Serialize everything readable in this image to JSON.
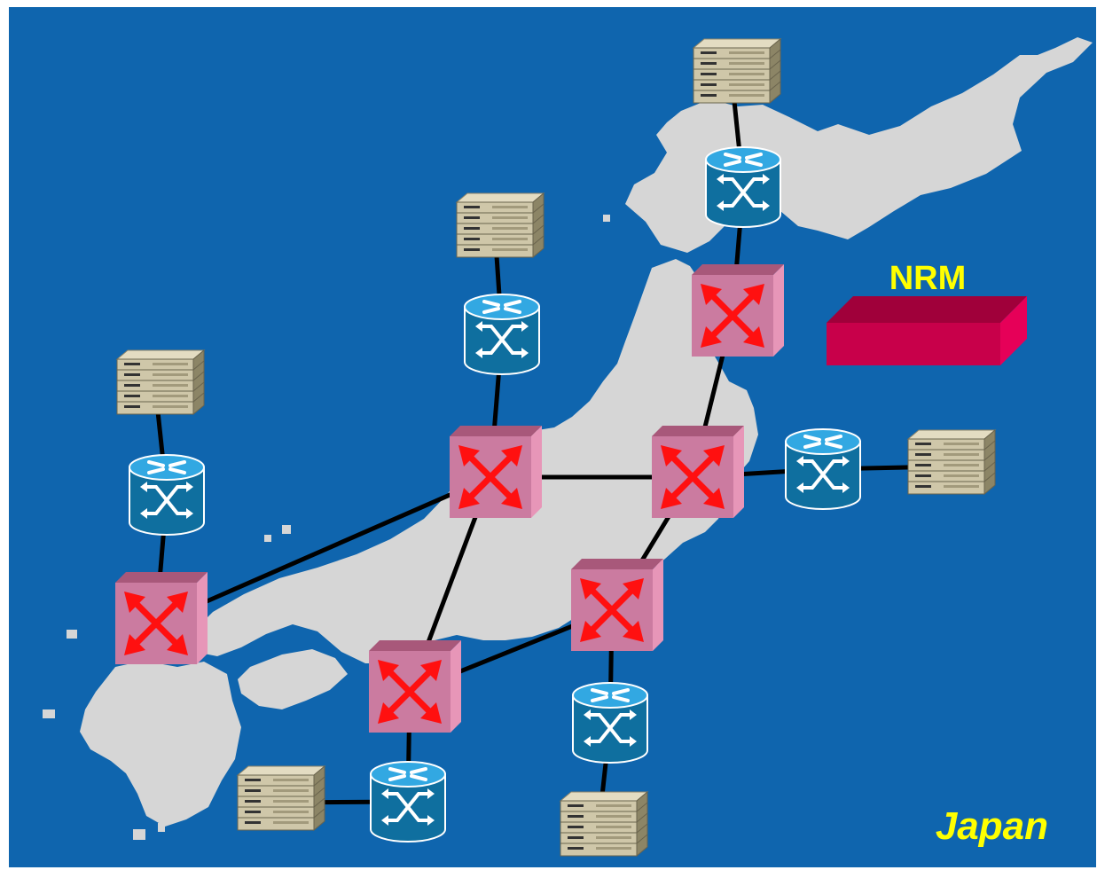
{
  "diagram": {
    "nrm_label": "NRM",
    "map_label": "Japan",
    "colors": {
      "sea": "#0f65ae",
      "land": "#d6d6d6",
      "link": "#000000",
      "label": "#ffff00",
      "nrm": "#c8004a",
      "xc_front": "#d48aa8",
      "router": "#1b8fc7"
    },
    "nodes": [
      {
        "id": "xc-hokkaido",
        "type": "cross-connect"
      },
      {
        "id": "xc-kanto",
        "type": "cross-connect"
      },
      {
        "id": "xc-hokuriku",
        "type": "cross-connect"
      },
      {
        "id": "xc-tokai",
        "type": "cross-connect"
      },
      {
        "id": "xc-kansai",
        "type": "cross-connect"
      },
      {
        "id": "xc-kyushu",
        "type": "cross-connect"
      },
      {
        "id": "router-hokkaido",
        "type": "router"
      },
      {
        "id": "router-kanto",
        "type": "router"
      },
      {
        "id": "router-hokuriku",
        "type": "router"
      },
      {
        "id": "router-tokai",
        "type": "router"
      },
      {
        "id": "router-kansai",
        "type": "router"
      },
      {
        "id": "router-kyushu",
        "type": "router"
      },
      {
        "id": "server-hokkaido",
        "type": "server"
      },
      {
        "id": "server-kanto",
        "type": "server"
      },
      {
        "id": "server-hokuriku",
        "type": "server"
      },
      {
        "id": "server-tokai",
        "type": "server"
      },
      {
        "id": "server-kansai",
        "type": "server"
      },
      {
        "id": "server-kyushu",
        "type": "server"
      }
    ],
    "links": [
      [
        "server-hokkaido",
        "router-hokkaido"
      ],
      [
        "router-hokkaido",
        "xc-hokkaido"
      ],
      [
        "xc-hokkaido",
        "xc-kanto"
      ],
      [
        "xc-kanto",
        "router-kanto"
      ],
      [
        "router-kanto",
        "server-kanto"
      ],
      [
        "xc-kanto",
        "xc-hokuriku"
      ],
      [
        "xc-kanto",
        "xc-tokai"
      ],
      [
        "server-hokuriku",
        "router-hokuriku"
      ],
      [
        "router-hokuriku",
        "xc-hokuriku"
      ],
      [
        "xc-hokuriku",
        "xc-kyushu"
      ],
      [
        "xc-hokuriku",
        "xc-kansai"
      ],
      [
        "xc-kansai",
        "xc-tokai"
      ],
      [
        "xc-tokai",
        "router-tokai"
      ],
      [
        "router-tokai",
        "server-tokai"
      ],
      [
        "xc-kansai",
        "router-kansai"
      ],
      [
        "router-kansai",
        "server-kansai"
      ],
      [
        "server-kyushu",
        "router-kyushu"
      ],
      [
        "router-kyushu",
        "xc-kyushu"
      ]
    ]
  }
}
